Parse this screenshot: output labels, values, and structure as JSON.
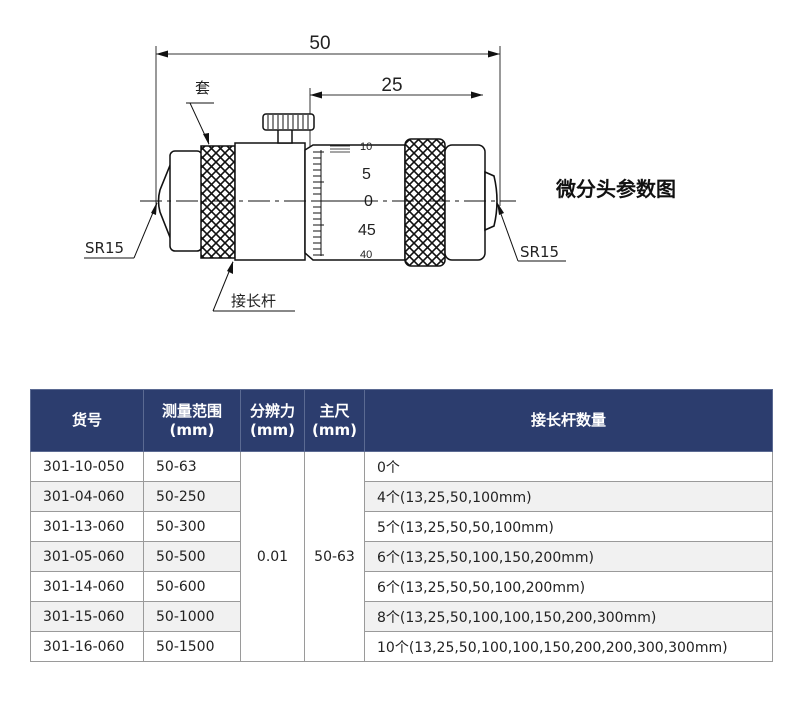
{
  "diagram": {
    "dimensions": {
      "overall": "50",
      "head": "25"
    },
    "labels": {
      "sleeve": "套",
      "extension_rod": "接长杆",
      "sr_left": "SR15",
      "sr_right": "SR15"
    },
    "thimble_scale": [
      "10",
      "5",
      "0",
      "45",
      "40"
    ]
  },
  "title": "微分头参数图",
  "table": {
    "headers": [
      [
        "货号"
      ],
      [
        "测量范围",
        "(mm)"
      ],
      [
        "分辨力",
        "(mm)"
      ],
      [
        "主尺",
        "(mm)"
      ],
      [
        "接长杆数量"
      ]
    ],
    "resolution": "0.01",
    "main_scale": "50-63",
    "rows": [
      {
        "item_no": "301-10-050",
        "range": "50-63",
        "rods": "0个"
      },
      {
        "item_no": "301-04-060",
        "range": "50-250",
        "rods": "4个(13,25,50,100mm)"
      },
      {
        "item_no": "301-13-060",
        "range": "50-300",
        "rods": "5个(13,25,50,50,100mm)"
      },
      {
        "item_no": "301-05-060",
        "range": "50-500",
        "rods": "6个(13,25,50,100,150,200mm)"
      },
      {
        "item_no": "301-14-060",
        "range": "50-600",
        "rods": "6个(13,25,50,50,100,200mm)"
      },
      {
        "item_no": "301-15-060",
        "range": "50-1000",
        "rods": "8个(13,25,50,100,100,150,200,300mm)"
      },
      {
        "item_no": "301-16-060",
        "range": "50-1500",
        "rods": "10个(13,25,50,100,100,150,200,200,300,300mm)"
      }
    ]
  }
}
